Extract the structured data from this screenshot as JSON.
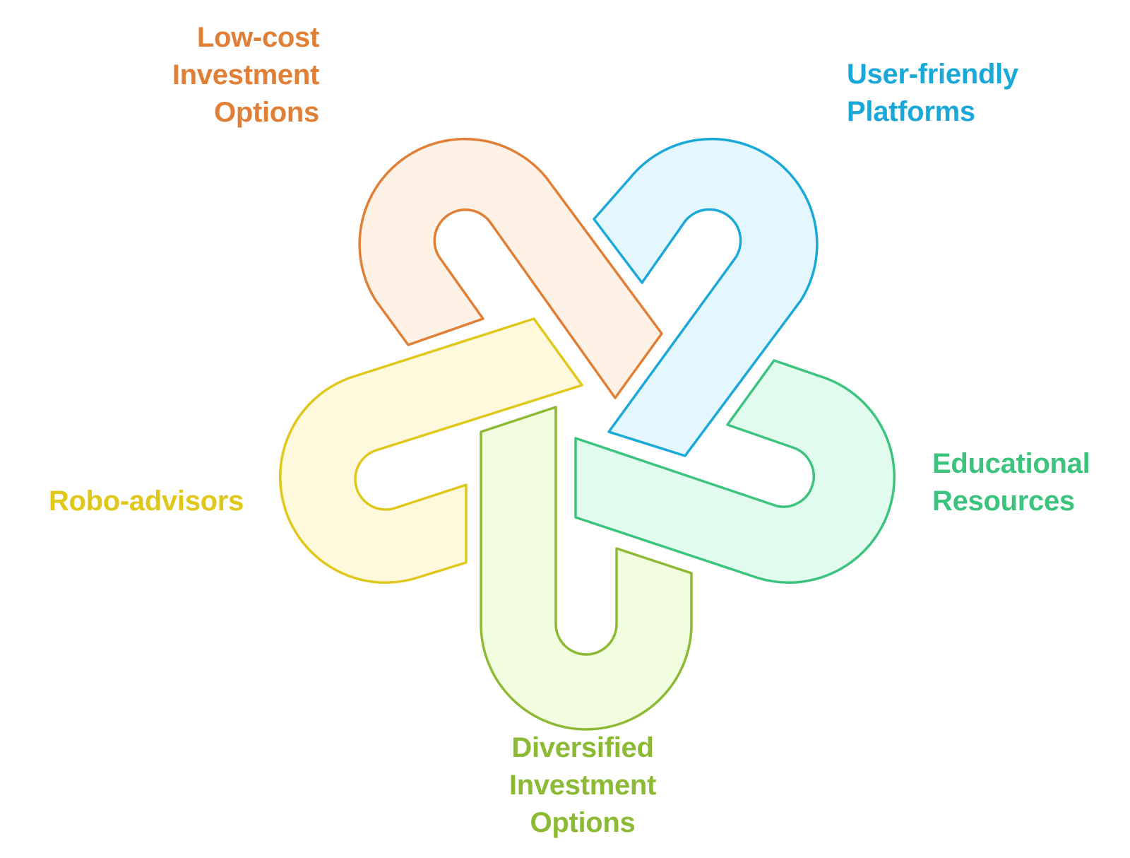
{
  "diagram": {
    "links": [
      {
        "id": "low-cost",
        "lines": [
          "Low-cost",
          "Investment",
          "Options"
        ],
        "stroke": "#e07f35",
        "fill": "#fef1e6"
      },
      {
        "id": "user-friendly",
        "lines": [
          "User-friendly",
          "Platforms"
        ],
        "stroke": "#1aa8d8",
        "fill": "#e5f7fe"
      },
      {
        "id": "educational",
        "lines": [
          "Educational",
          "Resources"
        ],
        "stroke": "#3cc47f",
        "fill": "#e1fcee"
      },
      {
        "id": "diversified",
        "lines": [
          "Diversified",
          "Investment",
          "Options"
        ],
        "stroke": "#8cba35",
        "fill": "#f2fde0"
      },
      {
        "id": "robo",
        "lines": [
          "Robo-advisors"
        ],
        "stroke": "#e0c81b",
        "fill": "#fef9dd"
      }
    ]
  }
}
